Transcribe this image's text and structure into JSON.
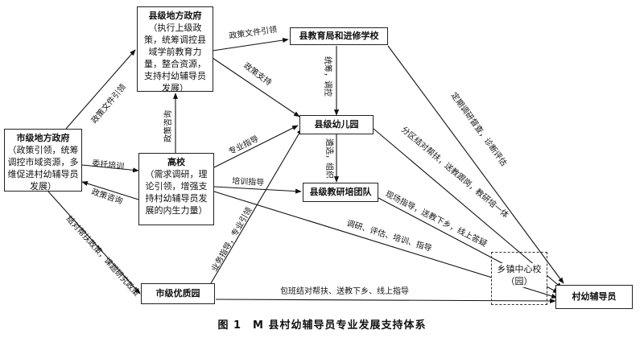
{
  "nodes": {
    "county_gov": {
      "title": "县级地方政府",
      "body": "（执行上级政策，统筹调控县域学前教育力量，整合资源，支持村幼辅导员发展）"
    },
    "county_bureau": {
      "title": "县教育局和进修学校"
    },
    "city_gov": {
      "title": "市级地方政府",
      "body": "（政策引领，统筹调控市域资源，多维促进村幼辅导员发展）"
    },
    "university": {
      "title": "高校",
      "body": "（需求调研，理论引领，增强支持村幼辅导员发展的内生力量）"
    },
    "county_kg": {
      "title": "县级幼儿园"
    },
    "county_team": {
      "title": "县级教研培团队"
    },
    "city_quality": {
      "title": "市级优质园"
    },
    "township": {
      "title": "乡镇中心校（园）"
    },
    "village": {
      "title": "村幼辅导员"
    }
  },
  "edges": {
    "city_to_county": "政策文件引领",
    "county_to_bureau": "政策文件引领",
    "county_to_kg": "政策支持",
    "uni_to_county": "政策咨询",
    "city_to_uni": "委托培训",
    "uni_to_city": "政策咨询",
    "city_to_quality": "结对帮扶政策，课题研究政策",
    "bureau_to_kg": "统筹，调控",
    "uni_to_kg": "专业指导",
    "uni_to_team": "培训指导",
    "kg_to_team": "遴选，组织",
    "bureau_to_village": "定期调研督查，诊断评估",
    "kg_to_village": "分区结对帮扶，送教跟岗，教研培一体",
    "team_to_village": "现场指导，送教下乡，线上答疑",
    "uni_to_village": "调研、评估、培训、指导",
    "quality_to_kg": "业务指导，专业引领",
    "quality_to_village": "包班结对帮扶、送教下乡、线上指导"
  },
  "caption": "图 1　M 县村幼辅导员专业发展支持体系"
}
